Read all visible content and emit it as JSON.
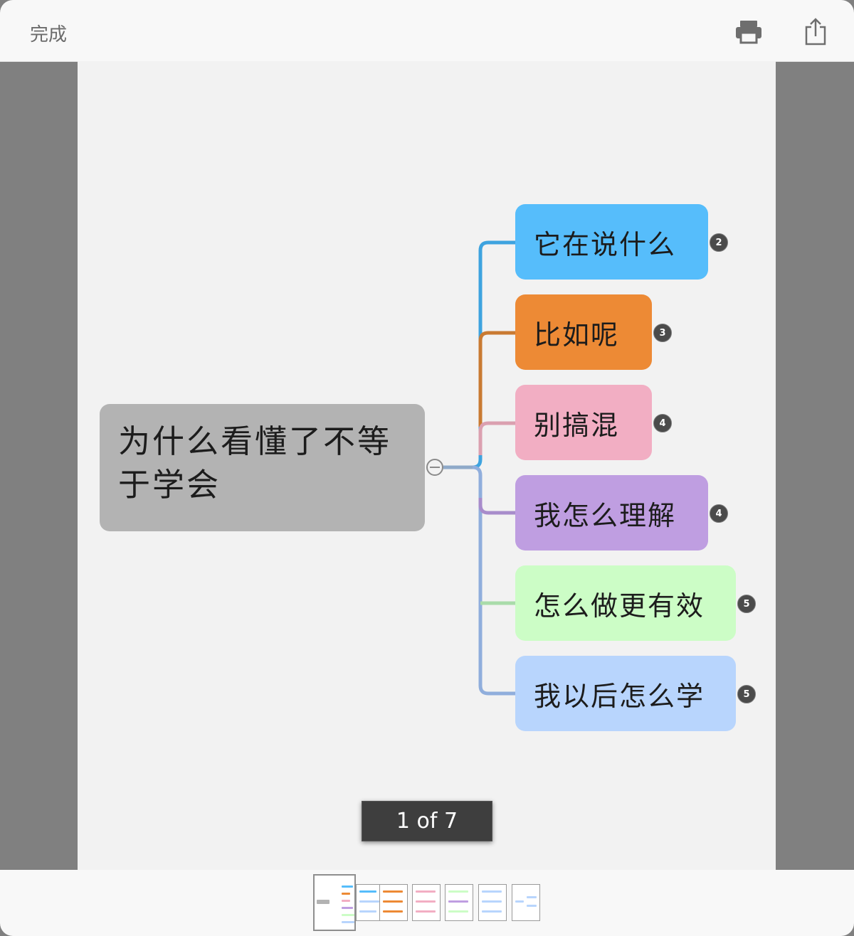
{
  "toolbar": {
    "done_label": "完成",
    "print_icon": "print-icon",
    "share_icon": "share-icon"
  },
  "mindmap": {
    "root": "为什么看懂了不等于学会",
    "branches": [
      {
        "label": "它在说什么",
        "count": "2",
        "color": "#56bdfb"
      },
      {
        "label": "比如呢",
        "count": "3",
        "color": "#ed8a35"
      },
      {
        "label": "别搞混",
        "count": "4",
        "color": "#f2aec3"
      },
      {
        "label": "我怎么理解",
        "count": "4",
        "color": "#bf9ee1"
      },
      {
        "label": "怎么做更有效",
        "count": "5",
        "color": "#ccfdc6"
      },
      {
        "label": "我以后怎么学",
        "count": "5",
        "color": "#b8d5fd"
      }
    ]
  },
  "pager": {
    "indicator": "1 of 7",
    "current_page": 1,
    "total_pages": 7
  }
}
